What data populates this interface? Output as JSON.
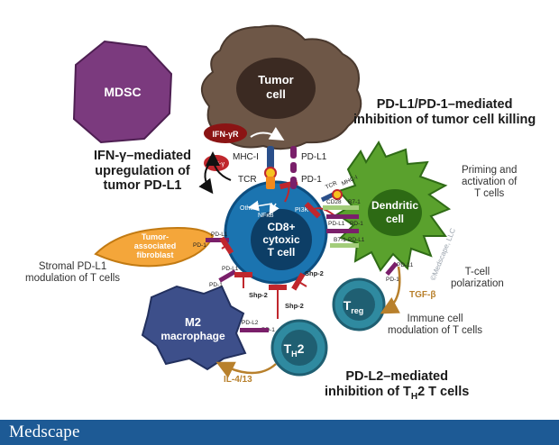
{
  "cells": {
    "mdsc": "MDSC",
    "tumor": [
      "Tumor",
      "cell"
    ],
    "cd8": [
      "CD8+",
      "cytoxic",
      "T cell"
    ],
    "dendritic": [
      "Dendritic",
      "cell"
    ],
    "fibroblast": [
      "Tumor-",
      "associated",
      "fibroblast"
    ],
    "m2": [
      "M2",
      "macrophage"
    ],
    "treg_main": "T",
    "treg_sub": "reg",
    "th2_main": "T",
    "th2_sub": "H",
    "th2_tail": "2"
  },
  "molecules": {
    "ifn_gamma_r": "IFN-γR",
    "ifn_gamma": "IFN-γ",
    "mhc1": "MHC-I",
    "tcr": "TCR",
    "pdl1": "PD-L1",
    "pd1": "PD-1",
    "pdl2": "PD-L2",
    "other": "Other",
    "nfkb": "NFκB",
    "pi3k": "PI3K",
    "cd28": "CD28",
    "b71": "B7-1",
    "shp2": "Shp-2",
    "tgf_beta": "TGF-β",
    "il413": "IL-4/13",
    "dc_tcr": "TCR",
    "dc_mhc1": "MHC-I"
  },
  "headings": {
    "pdl1_pd1": [
      "PD-L1/PD-1–mediated",
      "inhibition of tumor cell killing"
    ],
    "ifn": [
      "IFN-γ–mediated",
      "upregulation of",
      "tumor PD-L1"
    ],
    "pdl2_prefix": "PD-L2–mediated",
    "pdl2_line2_a": "inhibition of T",
    "pdl2_line2_sub": "H",
    "pdl2_line2_b": "2 T cells"
  },
  "notes": {
    "priming": [
      "Priming and",
      "activation of",
      "T cells"
    ],
    "polarization": [
      "T-cell",
      "polarization"
    ],
    "stromal": [
      "Stromal PD-L1",
      "modulation of T cells"
    ],
    "immune": [
      "Immune cell",
      "modulation of T cells"
    ]
  },
  "watermark": "©Medscape, LLC",
  "footer": {
    "logo": "Medscape"
  },
  "colors": {
    "mdsc": "#7b3a7e",
    "tumor": "#6e5747",
    "tumor_nucleus": "#3b2a22",
    "cd8": "#1b74b0",
    "cd8_nucleus": "#0d3e66",
    "dendritic": "#5aa12d",
    "dendritic_nucleus": "#2d6a14",
    "fibroblast": "#f4a63a",
    "m2": "#3d4f8a",
    "treg": "#2f8aa0",
    "inhibition": "#c0272d",
    "accent": "#b8802c",
    "footer": "#1d5a95"
  }
}
